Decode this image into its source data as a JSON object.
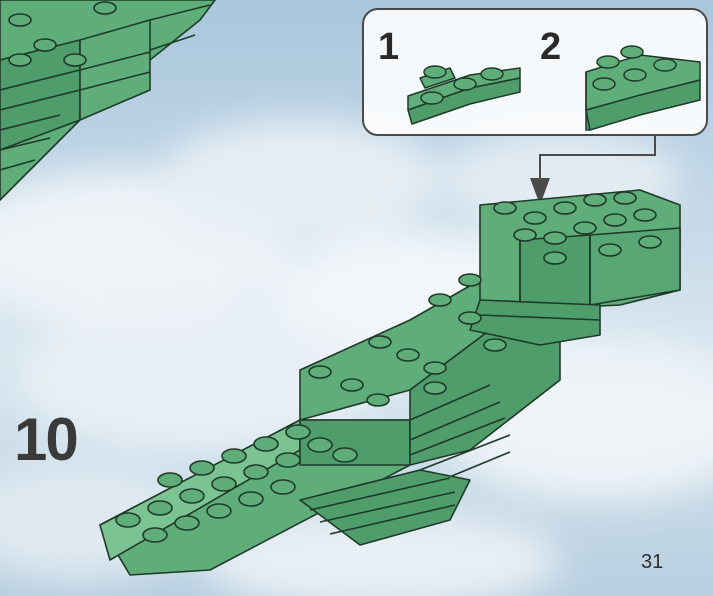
{
  "instruction_page": {
    "step_number": "10",
    "page_number": "31",
    "sub_steps": [
      "1",
      "2"
    ]
  },
  "colors": {
    "brick_green": "#5fae7a",
    "brick_green_dark": "#3f8a5a",
    "brick_outline": "#1f3a28",
    "sky_blue": "#a9c6dc",
    "cloud_white": "#eef3f7"
  }
}
